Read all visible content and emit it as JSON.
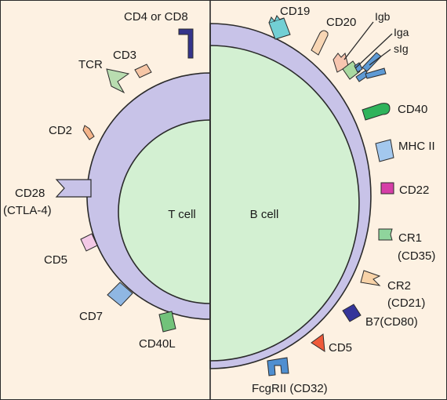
{
  "cells": {
    "t_cell": "T cell",
    "b_cell": "B cell"
  },
  "t_markers": {
    "cd4_cd8": "CD4 or CD8",
    "tcr": "TCR",
    "cd3": "CD3",
    "cd2": "CD2",
    "cd28": "CD28",
    "ctla4": "(CTLA-4)",
    "cd5": "CD5",
    "cd7": "CD7",
    "cd40l": "CD40L"
  },
  "b_markers": {
    "cd19": "CD19",
    "cd20": "CD20",
    "igb": "Igb",
    "iga": "Iga",
    "sig": "sIg",
    "cd40": "CD40",
    "mhc2": "MHC II",
    "cd22": "CD22",
    "cr1": "CR1",
    "cd35": "(CD35)",
    "cr2": "CR2",
    "cd21": "(CD21)",
    "b7": "B7(CD80)",
    "cd5": "CD5",
    "fcgrii": "FcgRII (CD32)"
  },
  "colors": {
    "background": "#fdf1e2",
    "membrane": "#c8c3e8",
    "nucleus": "#d3f0d2",
    "outline": "#2b2b2b"
  }
}
